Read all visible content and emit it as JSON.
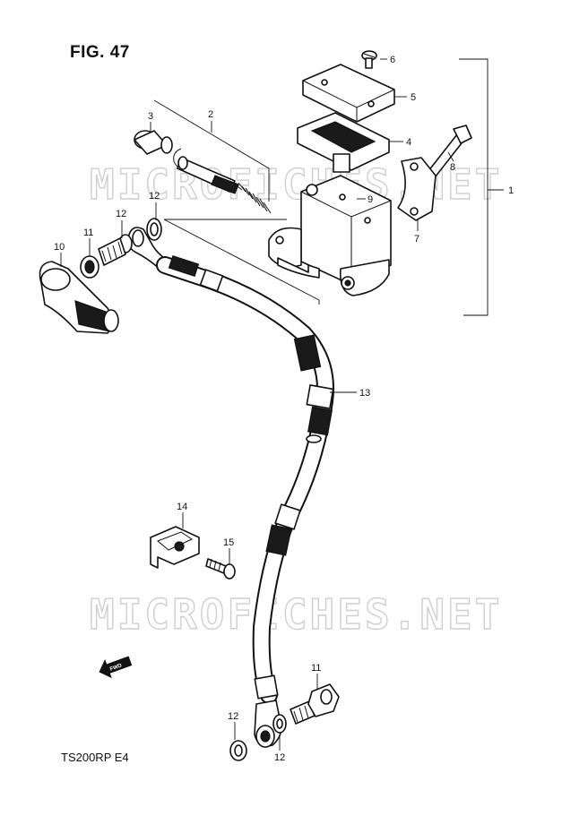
{
  "figure": {
    "title": "FIG. 47",
    "model": "TS200RP  E4"
  },
  "watermark": "MICROFICHES.NET",
  "fwd_label": "FWD",
  "callouts": {
    "c1": "1",
    "c2": "2",
    "c3": "3",
    "c4": "4",
    "c5": "5",
    "c6": "6",
    "c7": "7",
    "c8": "8",
    "c9": "9",
    "c10": "10",
    "c11a": "11",
    "c11b": "11",
    "c12a": "12",
    "c12b": "12",
    "c12c": "12",
    "c12d": "12",
    "c13": "13",
    "c14": "14",
    "c15": "15"
  }
}
